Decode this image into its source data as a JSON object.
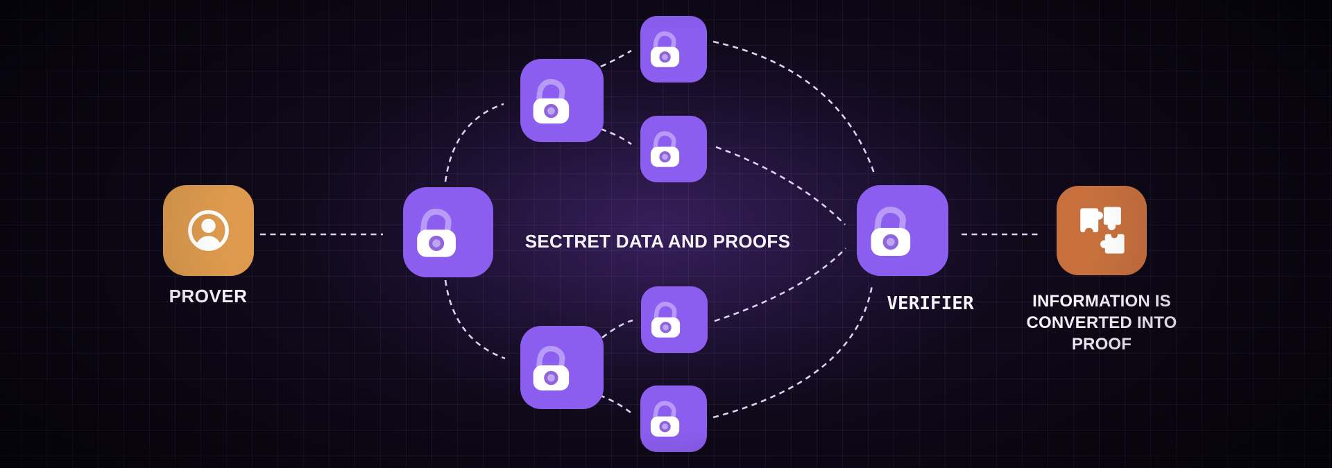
{
  "labels": {
    "prover": "PROVER",
    "verifier": "VERIFIER",
    "center": "SECTRET DATA AND PROOFS",
    "proof_result": "INFORMATION IS CONVERTED INTO PROOF"
  },
  "colors": {
    "background": "#0a0612",
    "grid_line": "#2a1f3d",
    "node_purple": "#8c5ef0",
    "prover_orange": "#dd9a4e",
    "proof_rust": "#c7703e",
    "lock_body": "#ffffff",
    "lock_shackle": "#b39ae8",
    "keyhole_outer": "#8f64dd",
    "keyhole_inner": "#bda6ef",
    "arrow": "#ded2f2",
    "arrow_head_light": "#ded2f2",
    "arrow_head_purple": "#b193ef",
    "label_text": "#f7f4fc"
  },
  "icons": {
    "prover": "user-icon",
    "secret_nodes": "lock-open-icon",
    "proof": "puzzle-icon"
  }
}
